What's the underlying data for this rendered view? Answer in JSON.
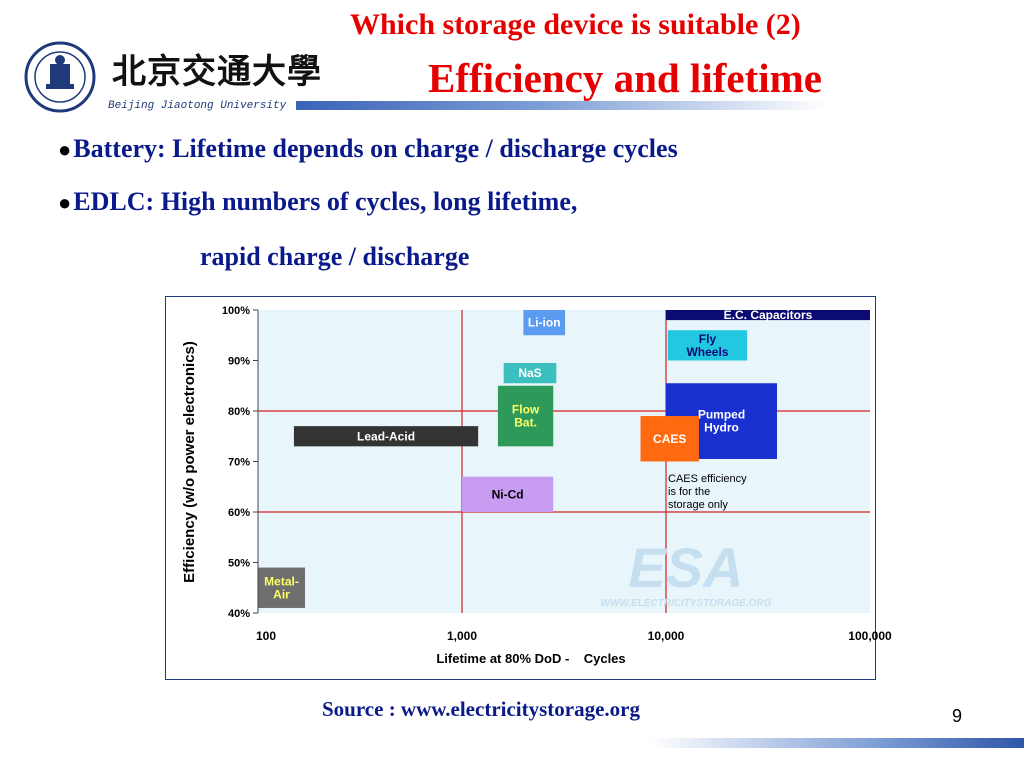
{
  "header": {
    "logo_cn": "北京交通大學",
    "logo_en": "Beijing Jiaotong University",
    "title_line1": "Which storage device is suitable (2)",
    "title_line2": "Efficiency and lifetime"
  },
  "bullets": [
    {
      "text": "Battery: Lifetime depends on charge / discharge cycles"
    },
    {
      "text": "EDLC: High numbers of cycles, long lifetime,"
    },
    {
      "text": "rapid charge / discharge"
    }
  ],
  "chart_data": {
    "type": "scatter",
    "title": "",
    "xlabel": "Lifetime at 80% DoD -    Cycles",
    "ylabel": "Efficiency (w/o power electronics)",
    "x_scale": "log",
    "xlim": [
      100,
      100000
    ],
    "ylim": [
      40,
      100
    ],
    "x_ticks": [
      "100",
      "1,000",
      "10,000",
      "100,000"
    ],
    "y_ticks": [
      "40%",
      "50%",
      "60%",
      "70%",
      "80%",
      "90%",
      "100%"
    ],
    "watermark": "ESA",
    "watermark_url": "WWW.ELECTRICITYSTORAGE.ORG",
    "regions": [
      {
        "name": "E.C. Capacitors",
        "x_range": [
          10000,
          100000
        ],
        "y_range": [
          98,
          100
        ],
        "color": "#0b0b73",
        "text_color": "#ffffff"
      },
      {
        "name": "Li-ion",
        "x_range": [
          2000,
          3200
        ],
        "y_range": [
          95,
          100
        ],
        "color": "#5b9bf0",
        "text_color": "#ffffff"
      },
      {
        "name": "Fly Wheels",
        "x_range": [
          10200,
          25000
        ],
        "y_range": [
          90,
          96
        ],
        "color": "#22c8e0",
        "text_color": "#0b0b73"
      },
      {
        "name": "NaS",
        "x_range": [
          1600,
          2900
        ],
        "y_range": [
          85.5,
          89.5
        ],
        "color": "#3cbfbf",
        "text_color": "#ffffff"
      },
      {
        "name": "Flow Bat.",
        "x_range": [
          1500,
          2800
        ],
        "y_range": [
          73,
          85
        ],
        "color": "#2e9a5a",
        "text_color": "#ffff66"
      },
      {
        "name": "Pumped Hydro",
        "x_range": [
          10000,
          35000
        ],
        "y_range": [
          70.5,
          85.5
        ],
        "color": "#1a2fd0",
        "text_color": "#ffffff"
      },
      {
        "name": "CAES",
        "x_range": [
          7500,
          14500
        ],
        "y_range": [
          70,
          79
        ],
        "color": "#ff6a10",
        "text_color": "#ffffff"
      },
      {
        "name": "Lead-Acid",
        "x_range": [
          150,
          1200
        ],
        "y_range": [
          73,
          77
        ],
        "color": "#333333",
        "text_color": "#ffffff"
      },
      {
        "name": "Ni-Cd",
        "x_range": [
          1000,
          2800
        ],
        "y_range": [
          60,
          67
        ],
        "color": "#c89cf0",
        "text_color": "#000000"
      },
      {
        "name": "Metal-Air",
        "x_range": [
          100,
          170
        ],
        "y_range": [
          41,
          49
        ],
        "color": "#6e6e6e",
        "text_color": "#ffff66"
      }
    ],
    "annotation": [
      "CAES efficiency",
      "is for the",
      "storage only"
    ]
  },
  "footer": {
    "source": "Source : www.electricitystorage.org",
    "page": "9"
  }
}
